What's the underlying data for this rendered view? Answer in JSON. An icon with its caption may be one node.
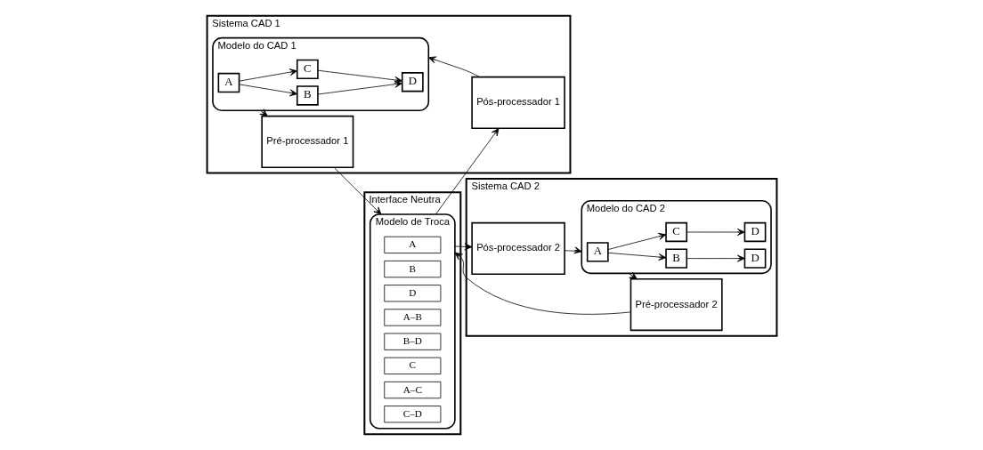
{
  "diagram": {
    "nodes": [
      {
        "text": [
          "Sistema CAD 1"
        ]
      },
      {
        "text": [
          "Modelo do CAD 1"
        ],
        "in": 0
      },
      {
        "text": [
          "A"
        ],
        "in": 1
      },
      {
        "text": [
          "B"
        ],
        "in": 1
      },
      {
        "text": [
          "C"
        ],
        "in": 1
      },
      {
        "text": [
          "D"
        ],
        "in": 1
      },
      {
        "text": [
          "Pré-processador 1"
        ],
        "in": 0
      },
      {
        "text": [
          "Pós-processador 1"
        ],
        "in": 0
      },
      {
        "text": [
          "Interface Neutra"
        ]
      },
      {
        "text": [
          "Modelo de Troca"
        ],
        "in": 8
      },
      {
        "text": [
          "A"
        ],
        "in": 9
      },
      {
        "text": [
          "B"
        ],
        "in": 9
      },
      {
        "text": [
          "D"
        ],
        "in": 9
      },
      {
        "text": [
          "A–B"
        ],
        "in": 9
      },
      {
        "text": [
          "B–D"
        ],
        "in": 9
      },
      {
        "text": [
          "C"
        ],
        "in": 9
      },
      {
        "text": [
          "A–C"
        ],
        "in": 9
      },
      {
        "text": [
          "C–D"
        ],
        "in": 9
      },
      {
        "text": [
          "Sistema CAD 2"
        ]
      },
      {
        "text": [
          "Pós-processador 2"
        ],
        "in": 18
      },
      {
        "text": [
          "Pré-processador 2"
        ],
        "in": 18
      },
      {
        "text": [
          "Modelo do CAD 2"
        ],
        "in": 18
      },
      {
        "text": [
          "A"
        ],
        "in": 21
      },
      {
        "text": [
          "B"
        ],
        "in": 21
      },
      {
        "text": [
          "C"
        ],
        "in": 21
      },
      {
        "text": [
          "D"
        ],
        "in": 21
      },
      {
        "text": [
          "D"
        ],
        "in": 21
      }
    ],
    "edges": [
      {
        "from": 2,
        "to": 3,
        "arrow": "to"
      },
      {
        "from": 2,
        "to": 4,
        "arrow": "to"
      },
      {
        "from": 3,
        "to": 5,
        "arrow": "to"
      },
      {
        "from": 4,
        "to": 5,
        "arrow": "to"
      },
      {
        "from": 1,
        "to": 6,
        "arrow": "to"
      },
      {
        "from": 6,
        "to": 9,
        "arrow": "to"
      },
      {
        "from": 9,
        "to": 19,
        "arrow": "to"
      },
      {
        "from": 19,
        "to": 21,
        "arrow": "to"
      },
      {
        "from": 21,
        "to": 20,
        "arrow": "to"
      },
      {
        "from": 20,
        "to": 9,
        "arrow": "to"
      },
      {
        "from": 9,
        "to": 7,
        "arrow": "to"
      },
      {
        "from": 7,
        "to": 1,
        "arrow": "to"
      },
      {
        "from": 22,
        "to": 23,
        "arrow": "to"
      },
      {
        "from": 22,
        "to": 24,
        "arrow": "to"
      },
      {
        "from": 23,
        "to": 25,
        "arrow": "to"
      },
      {
        "from": 24,
        "to": 26,
        "arrow": "to"
      }
    ]
  }
}
